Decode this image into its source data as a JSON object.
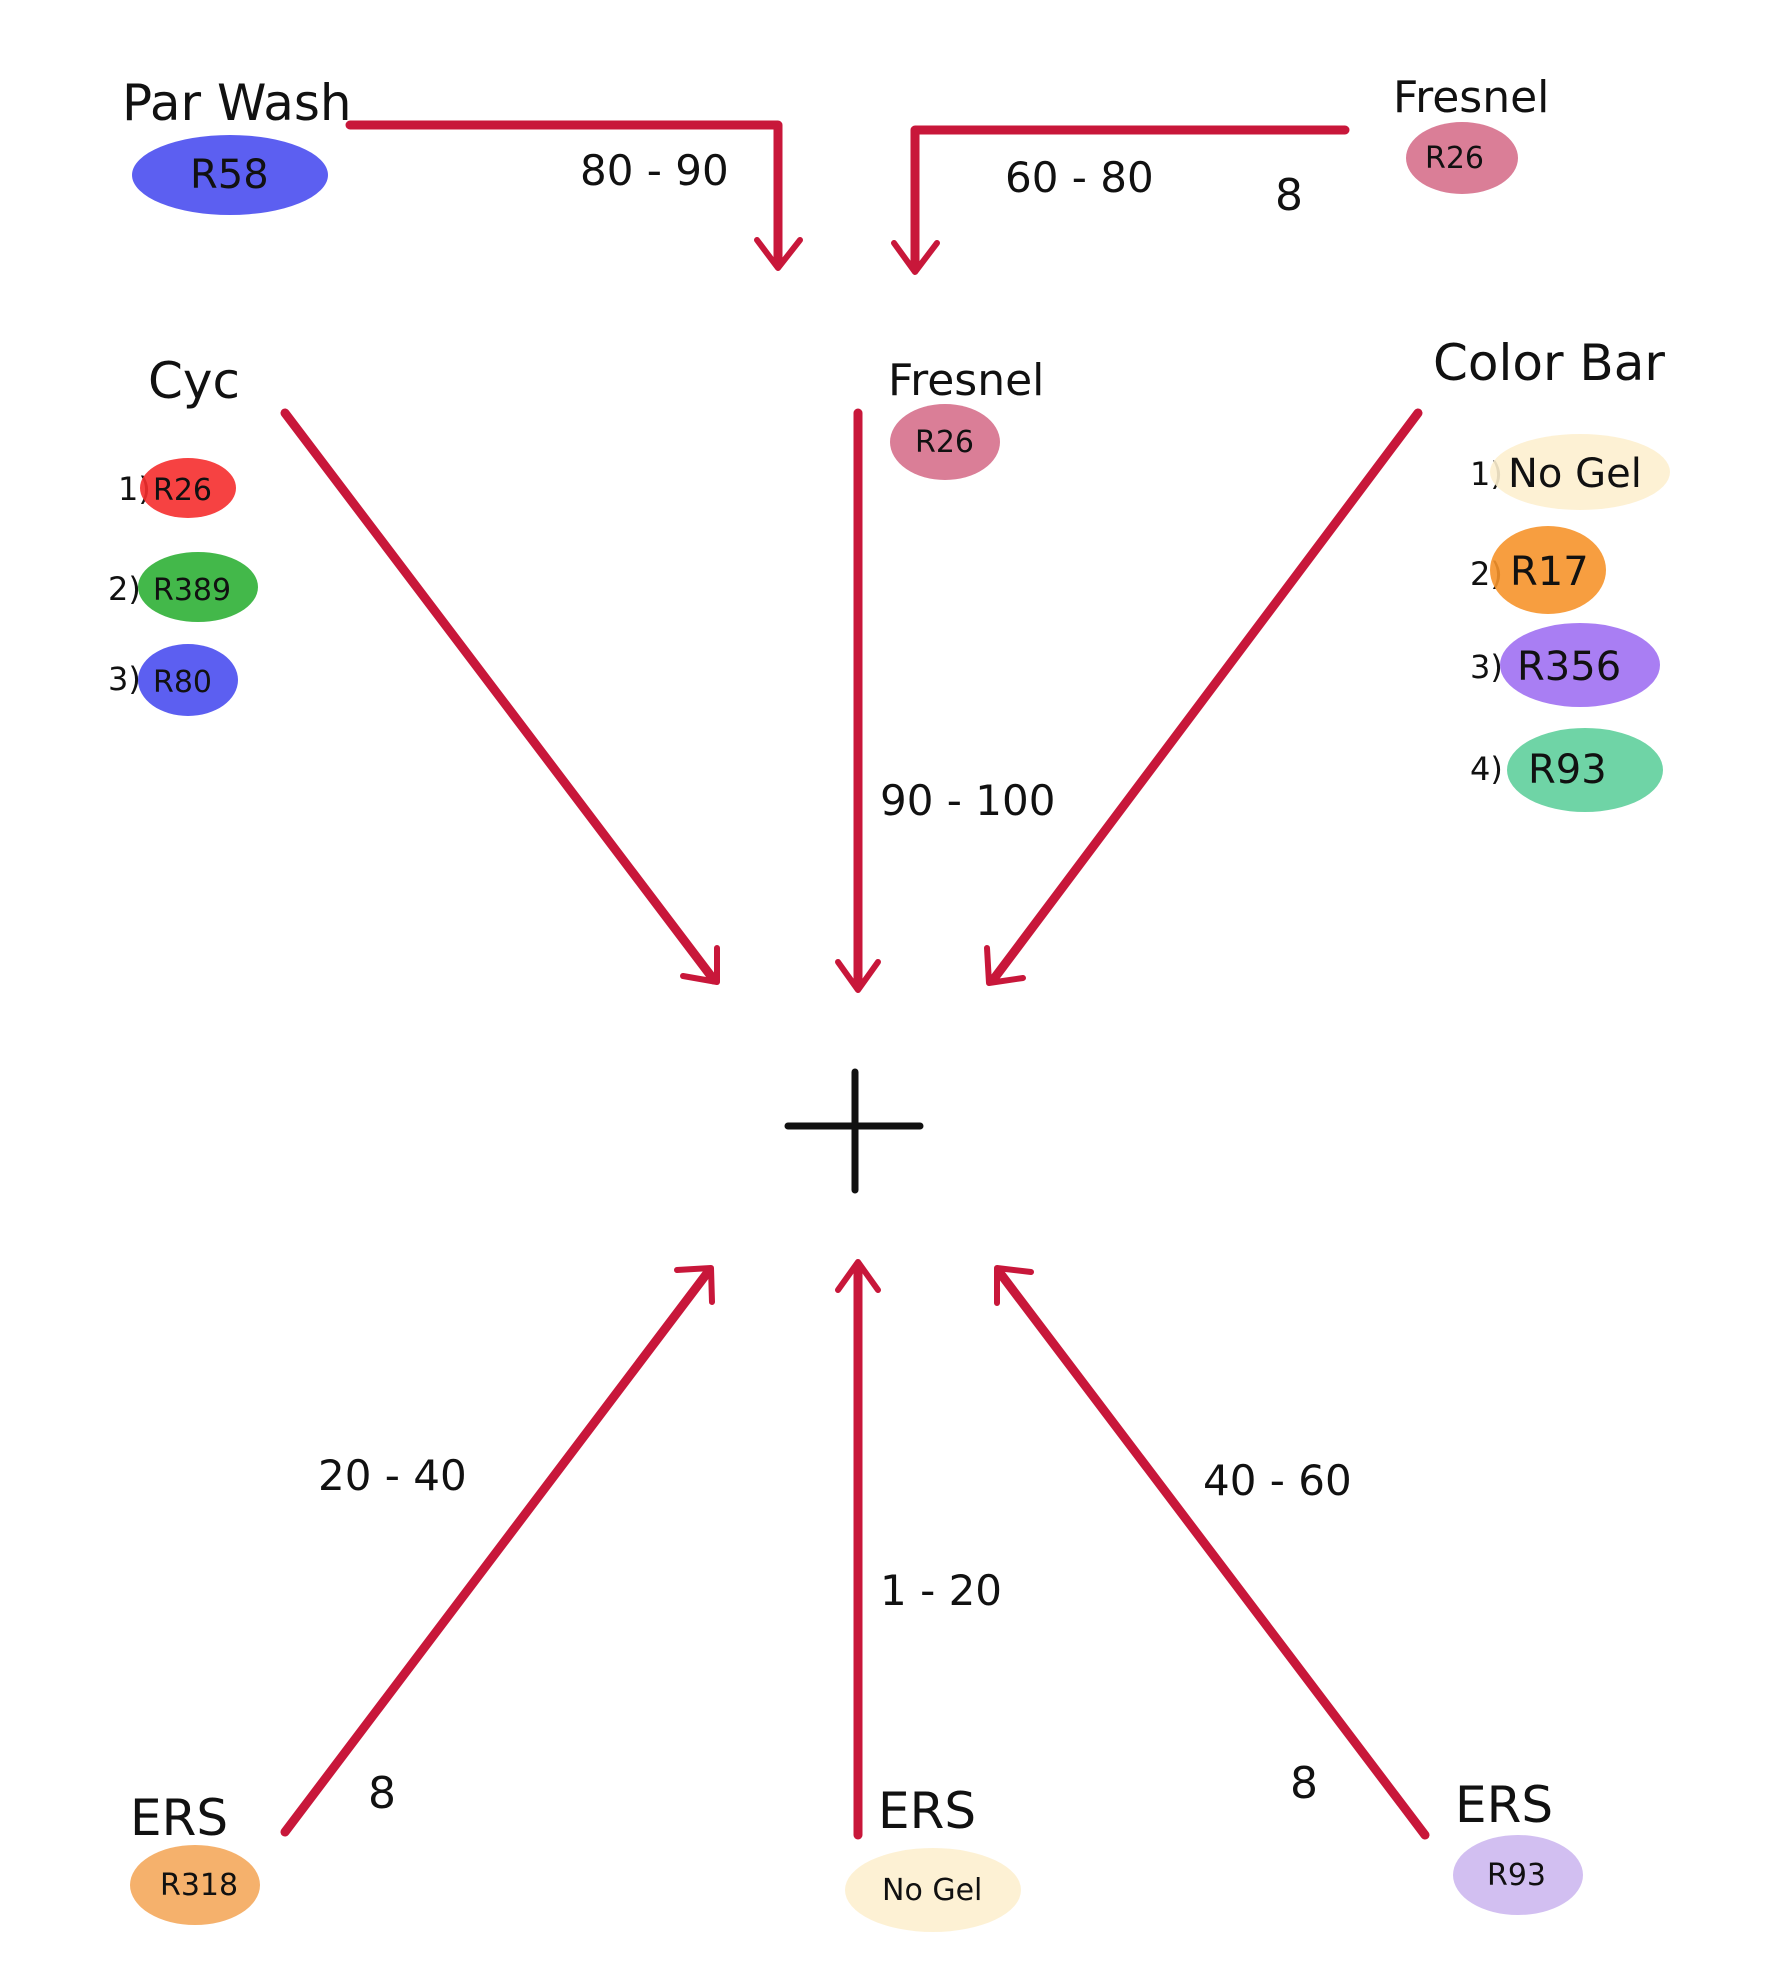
{
  "colors": {
    "arrow": "#c8173a",
    "ink": "#111111",
    "r58": "#4a4ef0",
    "r26_pink": "#d6708c",
    "r26_red": "#f52e2e",
    "r389": "#2fb036",
    "r80": "#4a4ef0",
    "no_gel": "#fdf0cf",
    "r17": "#f6932b",
    "r356": "#a070f2",
    "r93_green": "#5fcf9c",
    "r318": "#f4a85c",
    "r93_lilac": "#cdb8ef"
  },
  "center_icon": "crosshair-icon",
  "top_left": {
    "title": "Par Wash",
    "gel": "R58",
    "range": "80 - 90"
  },
  "top_right": {
    "title": "Fresnel",
    "gel": "R26",
    "range": "60 - 80",
    "count": "8"
  },
  "mid_left": {
    "title": "Cyc",
    "gels": [
      {
        "index": "1)",
        "name": "R26"
      },
      {
        "index": "2)",
        "name": "R389"
      },
      {
        "index": "3)",
        "name": "R80"
      }
    ]
  },
  "mid_center": {
    "title": "Fresnel",
    "gel": "R26",
    "range": "90 - 100"
  },
  "mid_right": {
    "title": "Color Bar",
    "gels": [
      {
        "index": "1)",
        "name": "No Gel"
      },
      {
        "index": "2)",
        "name": "R17"
      },
      {
        "index": "3)",
        "name": "R356"
      },
      {
        "index": "4)",
        "name": "R93"
      }
    ]
  },
  "bottom_left": {
    "title": "ERS",
    "gel": "R318",
    "range": "20 - 40",
    "count": "8"
  },
  "bottom_center": {
    "title": "ERS",
    "gel": "No Gel",
    "range": "1 - 20"
  },
  "bottom_right": {
    "title": "ERS",
    "gel": "R93",
    "range": "40 - 60",
    "count": "8"
  }
}
